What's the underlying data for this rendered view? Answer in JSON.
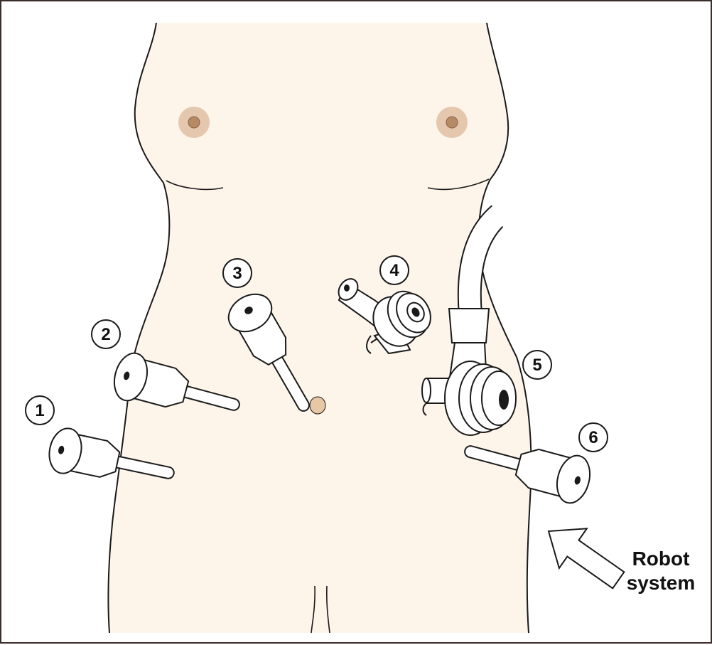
{
  "figure": {
    "ports": [
      {
        "id": 1,
        "label": "1"
      },
      {
        "id": 2,
        "label": "2"
      },
      {
        "id": 3,
        "label": "3"
      },
      {
        "id": 4,
        "label": "4"
      },
      {
        "id": 5,
        "label": "5"
      },
      {
        "id": 6,
        "label": "6"
      }
    ],
    "robot_label": {
      "line1": "Robot",
      "line2": "system"
    },
    "colors": {
      "skin": "#fdf4ea",
      "outline": "#1a1a1a",
      "areola": "#dcb89a",
      "areola_center": "#b78a66",
      "trocar_fill": "#ffffff",
      "navel": "#e8c7a4",
      "frame": "#3a2e2b"
    }
  }
}
